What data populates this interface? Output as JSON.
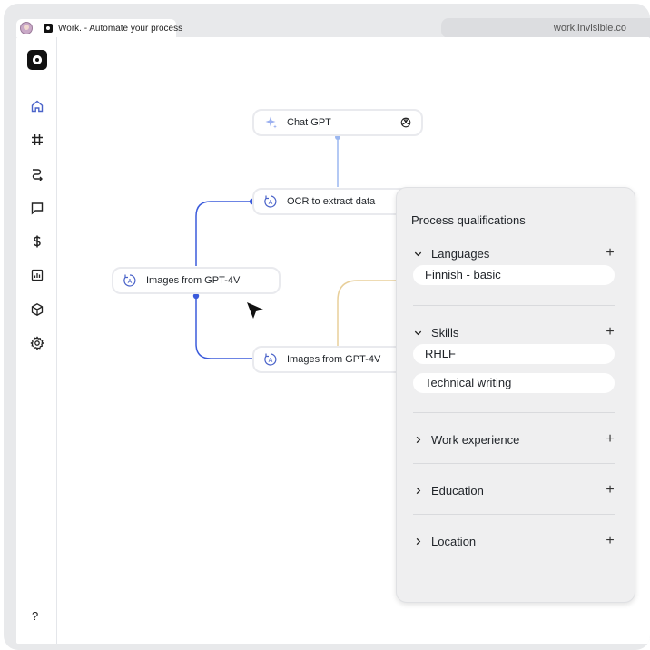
{
  "browser": {
    "tab_title": "Work. - Automate your process",
    "url": "work.invisible.co"
  },
  "sidebar": {
    "items": [
      {
        "name": "home-icon"
      },
      {
        "name": "hash-icon"
      },
      {
        "name": "workflow-icon"
      },
      {
        "name": "chat-icon"
      },
      {
        "name": "dollar-icon"
      },
      {
        "name": "report-icon"
      },
      {
        "name": "cube-icon"
      },
      {
        "name": "settings-icon"
      }
    ],
    "help_label": "?"
  },
  "flow": {
    "nodes": [
      {
        "label": "Chat GPT",
        "icon": "sparkle-icon"
      },
      {
        "label": "OCR to extract data",
        "icon": "auto-icon"
      },
      {
        "label": "Images from GPT-4V",
        "icon": "auto-icon"
      },
      {
        "label": "Images from GPT-4V",
        "icon": "auto-icon"
      }
    ],
    "colors": {
      "blue": "#3b5bdb",
      "light_blue": "#9bb7f0",
      "tan": "#e8cf9a"
    }
  },
  "panel": {
    "title": "Process qualifications",
    "sections": {
      "languages": {
        "label": "Languages",
        "expanded": true,
        "items": [
          "Finnish - basic"
        ]
      },
      "skills": {
        "label": "Skills",
        "expanded": true,
        "items": [
          "RHLF",
          "Technical writing"
        ]
      },
      "work_experience": {
        "label": "Work experience",
        "expanded": false
      },
      "education": {
        "label": "Education",
        "expanded": false
      },
      "location": {
        "label": "Location",
        "expanded": false
      }
    },
    "add_label": "+"
  }
}
